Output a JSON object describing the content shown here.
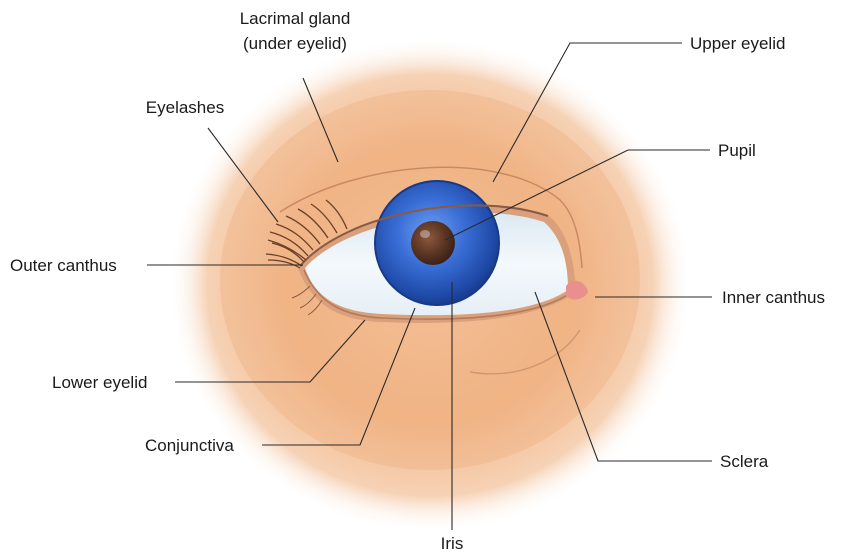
{
  "labels": {
    "lacrimal_gland_line1": "Lacrimal gland",
    "lacrimal_gland_line2": "(under eyelid)",
    "upper_eyelid": "Upper eyelid",
    "eyelashes": "Eyelashes",
    "pupil": "Pupil",
    "outer_canthus": "Outer canthus",
    "inner_canthus": "Inner canthus",
    "lower_eyelid": "Lower eyelid",
    "conjunctiva": "Conjunctiva",
    "sclera": "Sclera",
    "iris": "Iris"
  },
  "colors": {
    "skin": "#f2b888",
    "skin_light": "#f7d6b8",
    "iris": "#2e5fc4",
    "iris_dark": "#1d3f93",
    "pupil": "#5a3422",
    "sclera": "#eef6fb",
    "caruncle": "#e79a9a"
  }
}
